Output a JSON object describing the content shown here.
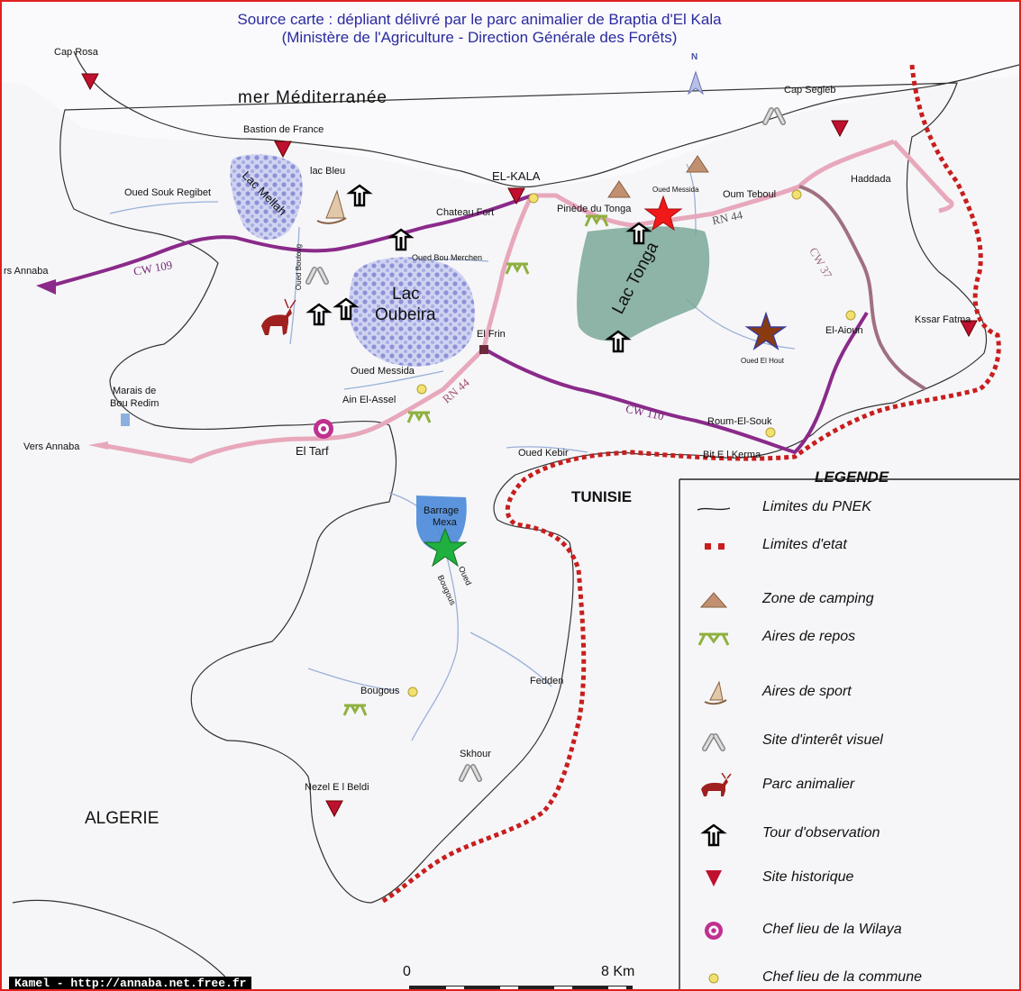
{
  "source": {
    "line1": "Source carte : dépliant délivré par le parc animalier de Braptia d'El Kala",
    "line2": "(Ministère de l'Agriculture - Direction Générale des Forêts)"
  },
  "places": {
    "cap_rosa": "Cap Rosa",
    "mer": "mer Méditerranée",
    "bastion": "Bastion de France",
    "cap_segleb": "Cap Segleb",
    "lac_bleu": "lac Bleu",
    "oued_souk_regibet": "Oued Souk Regibet",
    "lac_mellah": "Lac Mellah",
    "el_kala": "EL-KALA",
    "oued_messida_n": "Oued Messida",
    "haddada": "Haddada",
    "oum_teboul": "Oum Teboul",
    "chateau_fort": "Chateau Fort",
    "pinede": "Pinède du Tonga",
    "vers_annaba_top": "rs Annaba",
    "oued_bou_merchen": "Oued Bou Merchen",
    "oued_boulgoug": "Oued Bouloug",
    "lac_tonga": "Lac Tonga",
    "lac_oubeira_1": "Lac",
    "lac_oubeira_2": "Oubeira",
    "el_frin": "El Frin",
    "el_aioun": "El-Aioun",
    "kssar_fatma": "Kssar Fatma",
    "oued_el_hout": "Oued El Hout",
    "oued_messida_s": "Oued Messida",
    "marais_1": "Marais de",
    "marais_2": "Bou Redim",
    "ain_el_assel": "Ain El-Assel",
    "roum_el_souk": "Roum-El-Souk",
    "vers_annaba": "Vers Annaba",
    "el_tarf": "El Tarf",
    "oued_kebir": "Oued Kebir",
    "bit_el_kerma": "Bit E l Kerma",
    "tunisie": "TUNISIE",
    "barrage_1": "Barrage",
    "barrage_2": "Mexa",
    "oued_bougous_1": "Oued",
    "oued_bougous_2": "Bougous",
    "bougous": "Bougous",
    "fedden": "Fedden",
    "skhour": "Skhour",
    "nezel": "Nezel  E l Beldi",
    "algerie": "ALGERIE",
    "north": "N"
  },
  "roads": {
    "cw109": "CW 109",
    "rn44_e": "RN 44",
    "rn44_w": "RN 44",
    "cw37": "CW 37",
    "cw110": "CW 110"
  },
  "legend": {
    "title": "LEGENDE",
    "items": [
      {
        "label": "Limites du PNEK",
        "icon": "park-boundary-line-icon"
      },
      {
        "label": "Limites d'etat",
        "icon": "state-border-dashed-icon"
      },
      {
        "label": "Zone de camping",
        "icon": "camping-tent-icon"
      },
      {
        "label": "Aires de repos",
        "icon": "rest-area-icon"
      },
      {
        "label": "Aires de sport",
        "icon": "windsurf-sport-icon"
      },
      {
        "label": "Site d'interêt visuel",
        "icon": "binoculars-icon"
      },
      {
        "label": "Parc animalier",
        "icon": "deer-icon"
      },
      {
        "label": "Tour d'observation",
        "icon": "observation-tower-icon"
      },
      {
        "label": "Site historique",
        "icon": "historic-site-triangle-icon"
      },
      {
        "label": "Chef lieu de la Wilaya",
        "icon": "wilaya-capital-ring-icon"
      },
      {
        "label": "Chef lieu de la commune",
        "icon": "commune-capital-dot-icon"
      }
    ]
  },
  "scale": {
    "start": "0",
    "end": "8 Km"
  },
  "watermark": "Kamel - http://annaba.net.free.fr",
  "colors": {
    "national_road": "#e8a8bc",
    "wilaya_road": "#8a2a8a",
    "cw37_road": "#a07080",
    "state_border": "#c81e1e",
    "lake_blue": "#8a8ad8",
    "lake_tonga": "#7aa898",
    "river": "#9ab0d8",
    "historic_site": "#c01030",
    "star_red": "#f01818",
    "star_brown": "#8a3a10",
    "star_green": "#20b040"
  }
}
